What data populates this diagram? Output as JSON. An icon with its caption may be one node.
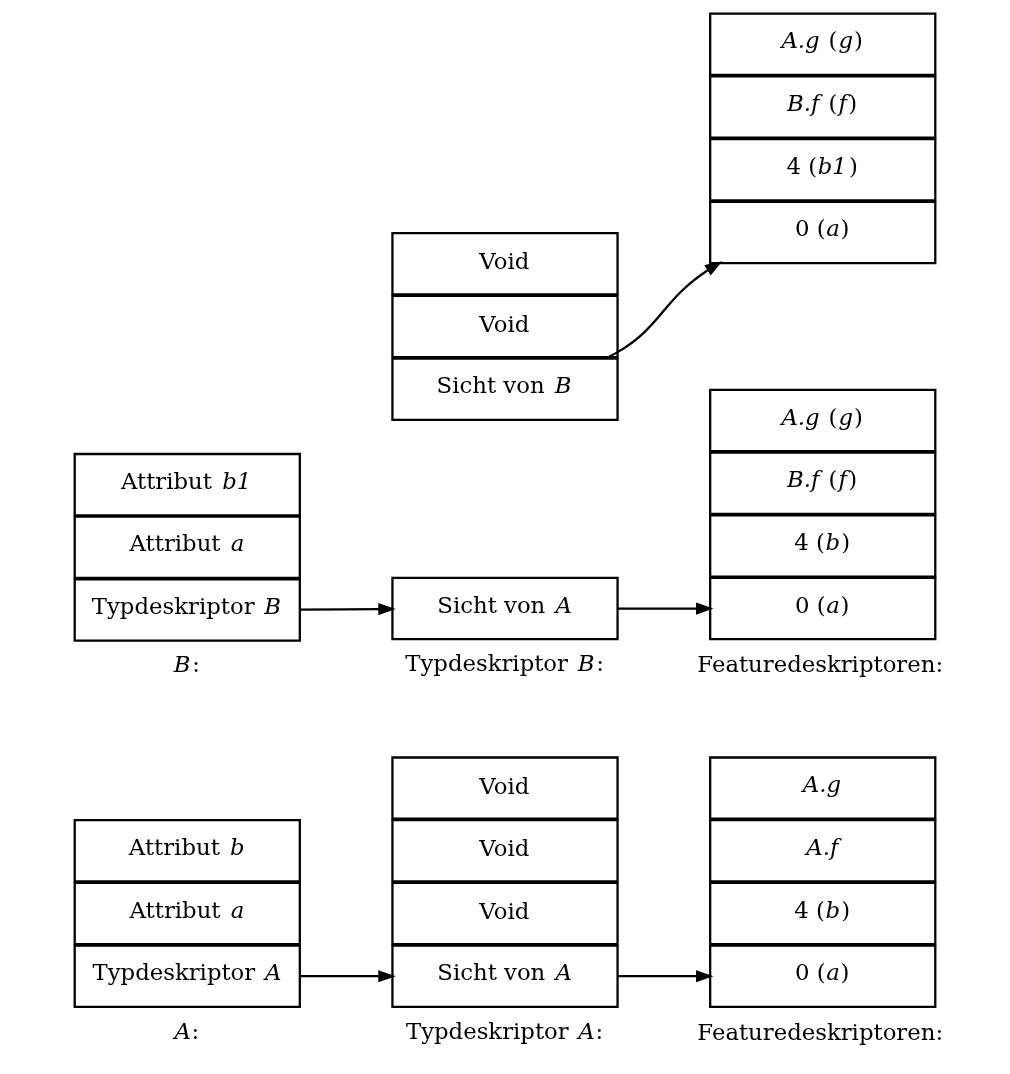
{
  "diagram": {
    "nodes": [
      {
        "text": [
          "Typdeskriptor *A*"
        ]
      },
      {
        "text": [
          "Attribut *a*"
        ]
      },
      {
        "text": [
          "Attribut *b*"
        ]
      },
      {
        "text": [
          "Sicht von *A*"
        ]
      },
      {
        "text": [
          "Void"
        ]
      },
      {
        "text": [
          "Void"
        ]
      },
      {
        "text": [
          "Void"
        ]
      },
      {
        "text": [
          "0 (*a*)"
        ]
      },
      {
        "text": [
          "4 (*b*)"
        ]
      },
      {
        "text": [
          "*A.f*"
        ]
      },
      {
        "text": [
          "*A.g*"
        ]
      },
      {
        "text": [
          "Typdeskriptor *B*"
        ]
      },
      {
        "text": [
          "Attribut *a*"
        ]
      },
      {
        "text": [
          "Attribut *b1*"
        ]
      },
      {
        "text": [
          "Sicht von *A*"
        ]
      },
      {
        "text": [
          "Sicht von *B*"
        ]
      },
      {
        "text": [
          "Void"
        ]
      },
      {
        "text": [
          "Void"
        ]
      },
      {
        "text": [
          "0 (*a*)"
        ]
      },
      {
        "text": [
          "4 (*b*)"
        ]
      },
      {
        "text": [
          "*B.f* (*f*)"
        ]
      },
      {
        "text": [
          "*A.g* (*g*)"
        ]
      },
      {
        "text": [
          "0 (*a*)"
        ]
      },
      {
        "text": [
          "4 (*b1*)"
        ]
      },
      {
        "text": [
          "*B.f* (*f*)"
        ]
      },
      {
        "text": [
          "*A.g* (*g*)"
        ]
      }
    ],
    "edges": [
      {
        "from": 0,
        "to": 3,
        "arrow": "to"
      },
      {
        "from": 3,
        "to": 7,
        "arrow": "to"
      },
      {
        "from": 11,
        "to": 14,
        "arrow": "to"
      },
      {
        "from": 14,
        "to": 18,
        "arrow": "to"
      },
      {
        "from": 15,
        "to": 22,
        "arrow": "to"
      }
    ],
    "labels": [
      "*A*:",
      "Typdeskriptor *A*:",
      "Featuredeskriptoren:",
      "*B*:",
      "Typdeskriptor *B*:",
      "Featuredeskriptoren:"
    ]
  }
}
